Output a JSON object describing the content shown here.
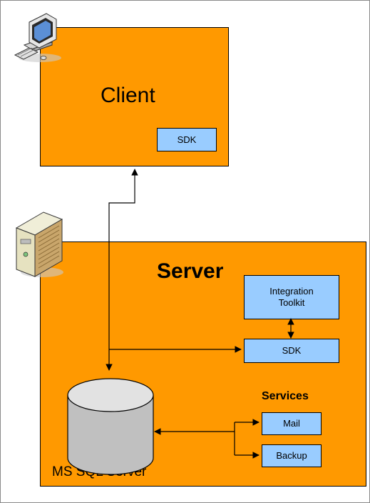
{
  "colors": {
    "container": "#ff9900",
    "component": "#99ccff",
    "database": "#c0c0c0",
    "line": "#000000"
  },
  "client": {
    "title": "Client",
    "sdk_label": "SDK",
    "icon": "desktop-computer-icon"
  },
  "server": {
    "title": "Server",
    "integration_toolkit_label": "Integration\nToolkit",
    "sdk_label": "SDK",
    "icon": "server-tower-icon",
    "services_heading": "Services",
    "mail_label": "Mail",
    "backup_label": "Backup",
    "database_label": "MS SQL Server",
    "database_icon": "database-cylinder-icon"
  }
}
